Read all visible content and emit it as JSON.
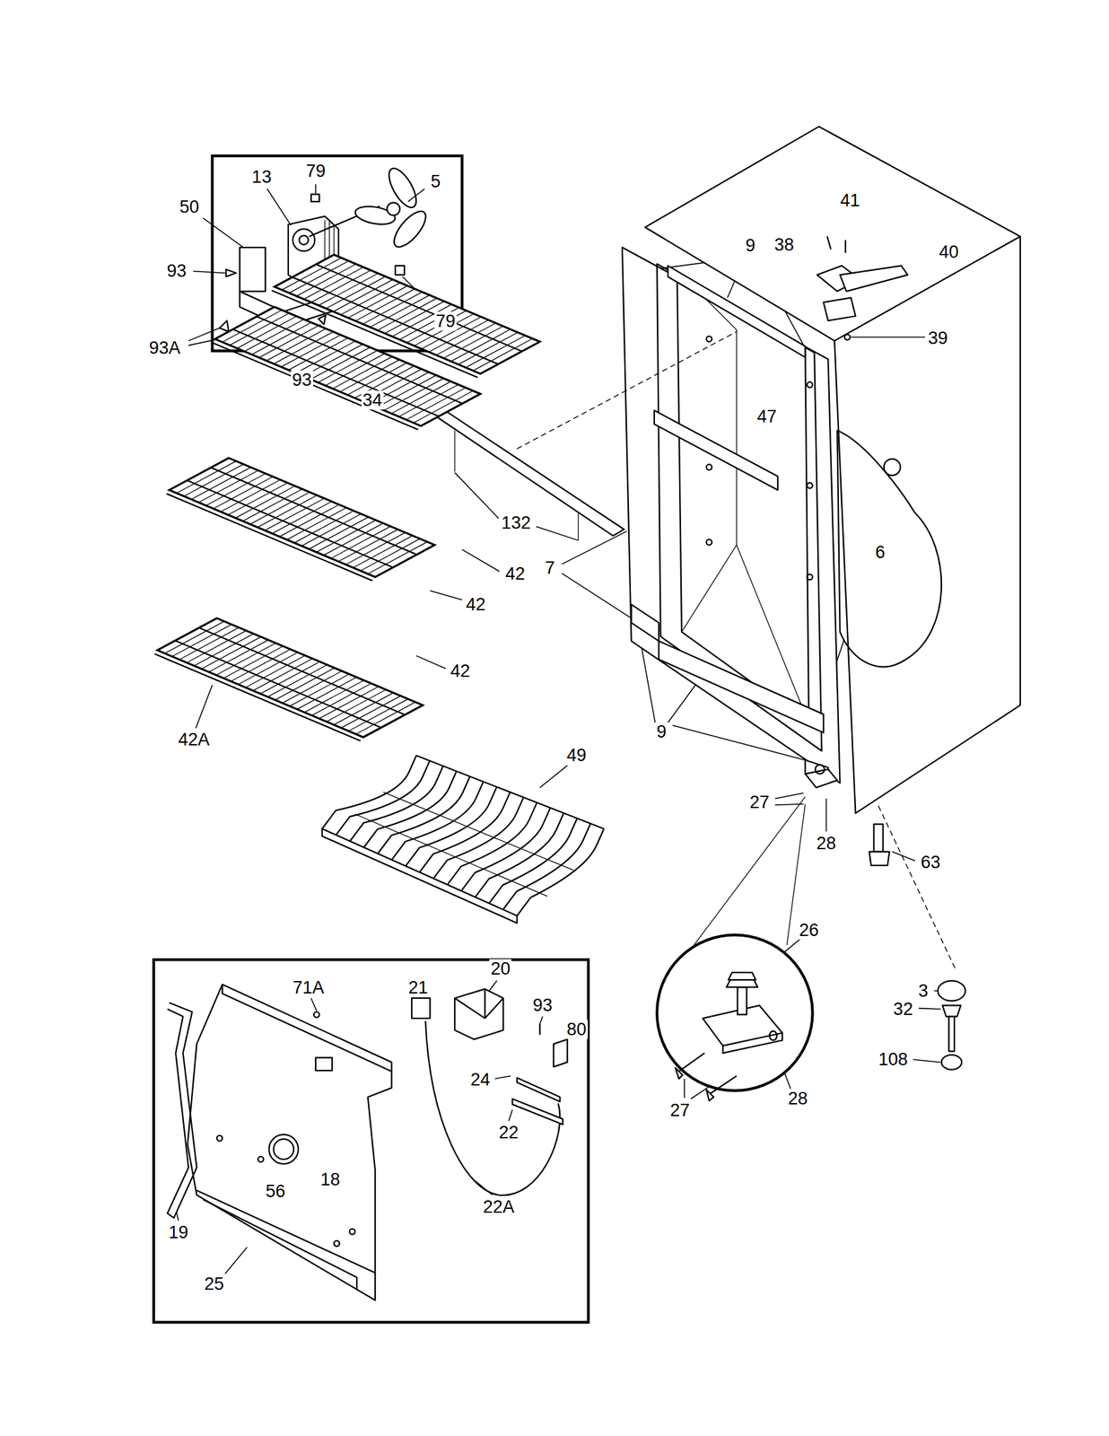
{
  "diagram": {
    "labels": [
      "13",
      "79",
      "5",
      "50",
      "93",
      "79",
      "93A",
      "93",
      "41",
      "9",
      "38",
      "40",
      "39",
      "34",
      "47",
      "132",
      "42",
      "6",
      "7",
      "42",
      "42",
      "42A",
      "9",
      "49",
      "27",
      "28",
      "63",
      "26",
      "3",
      "32",
      "108",
      "27",
      "28",
      "20",
      "71A",
      "21",
      "93",
      "80",
      "24",
      "22",
      "56",
      "18",
      "19",
      "22A",
      "25"
    ]
  }
}
